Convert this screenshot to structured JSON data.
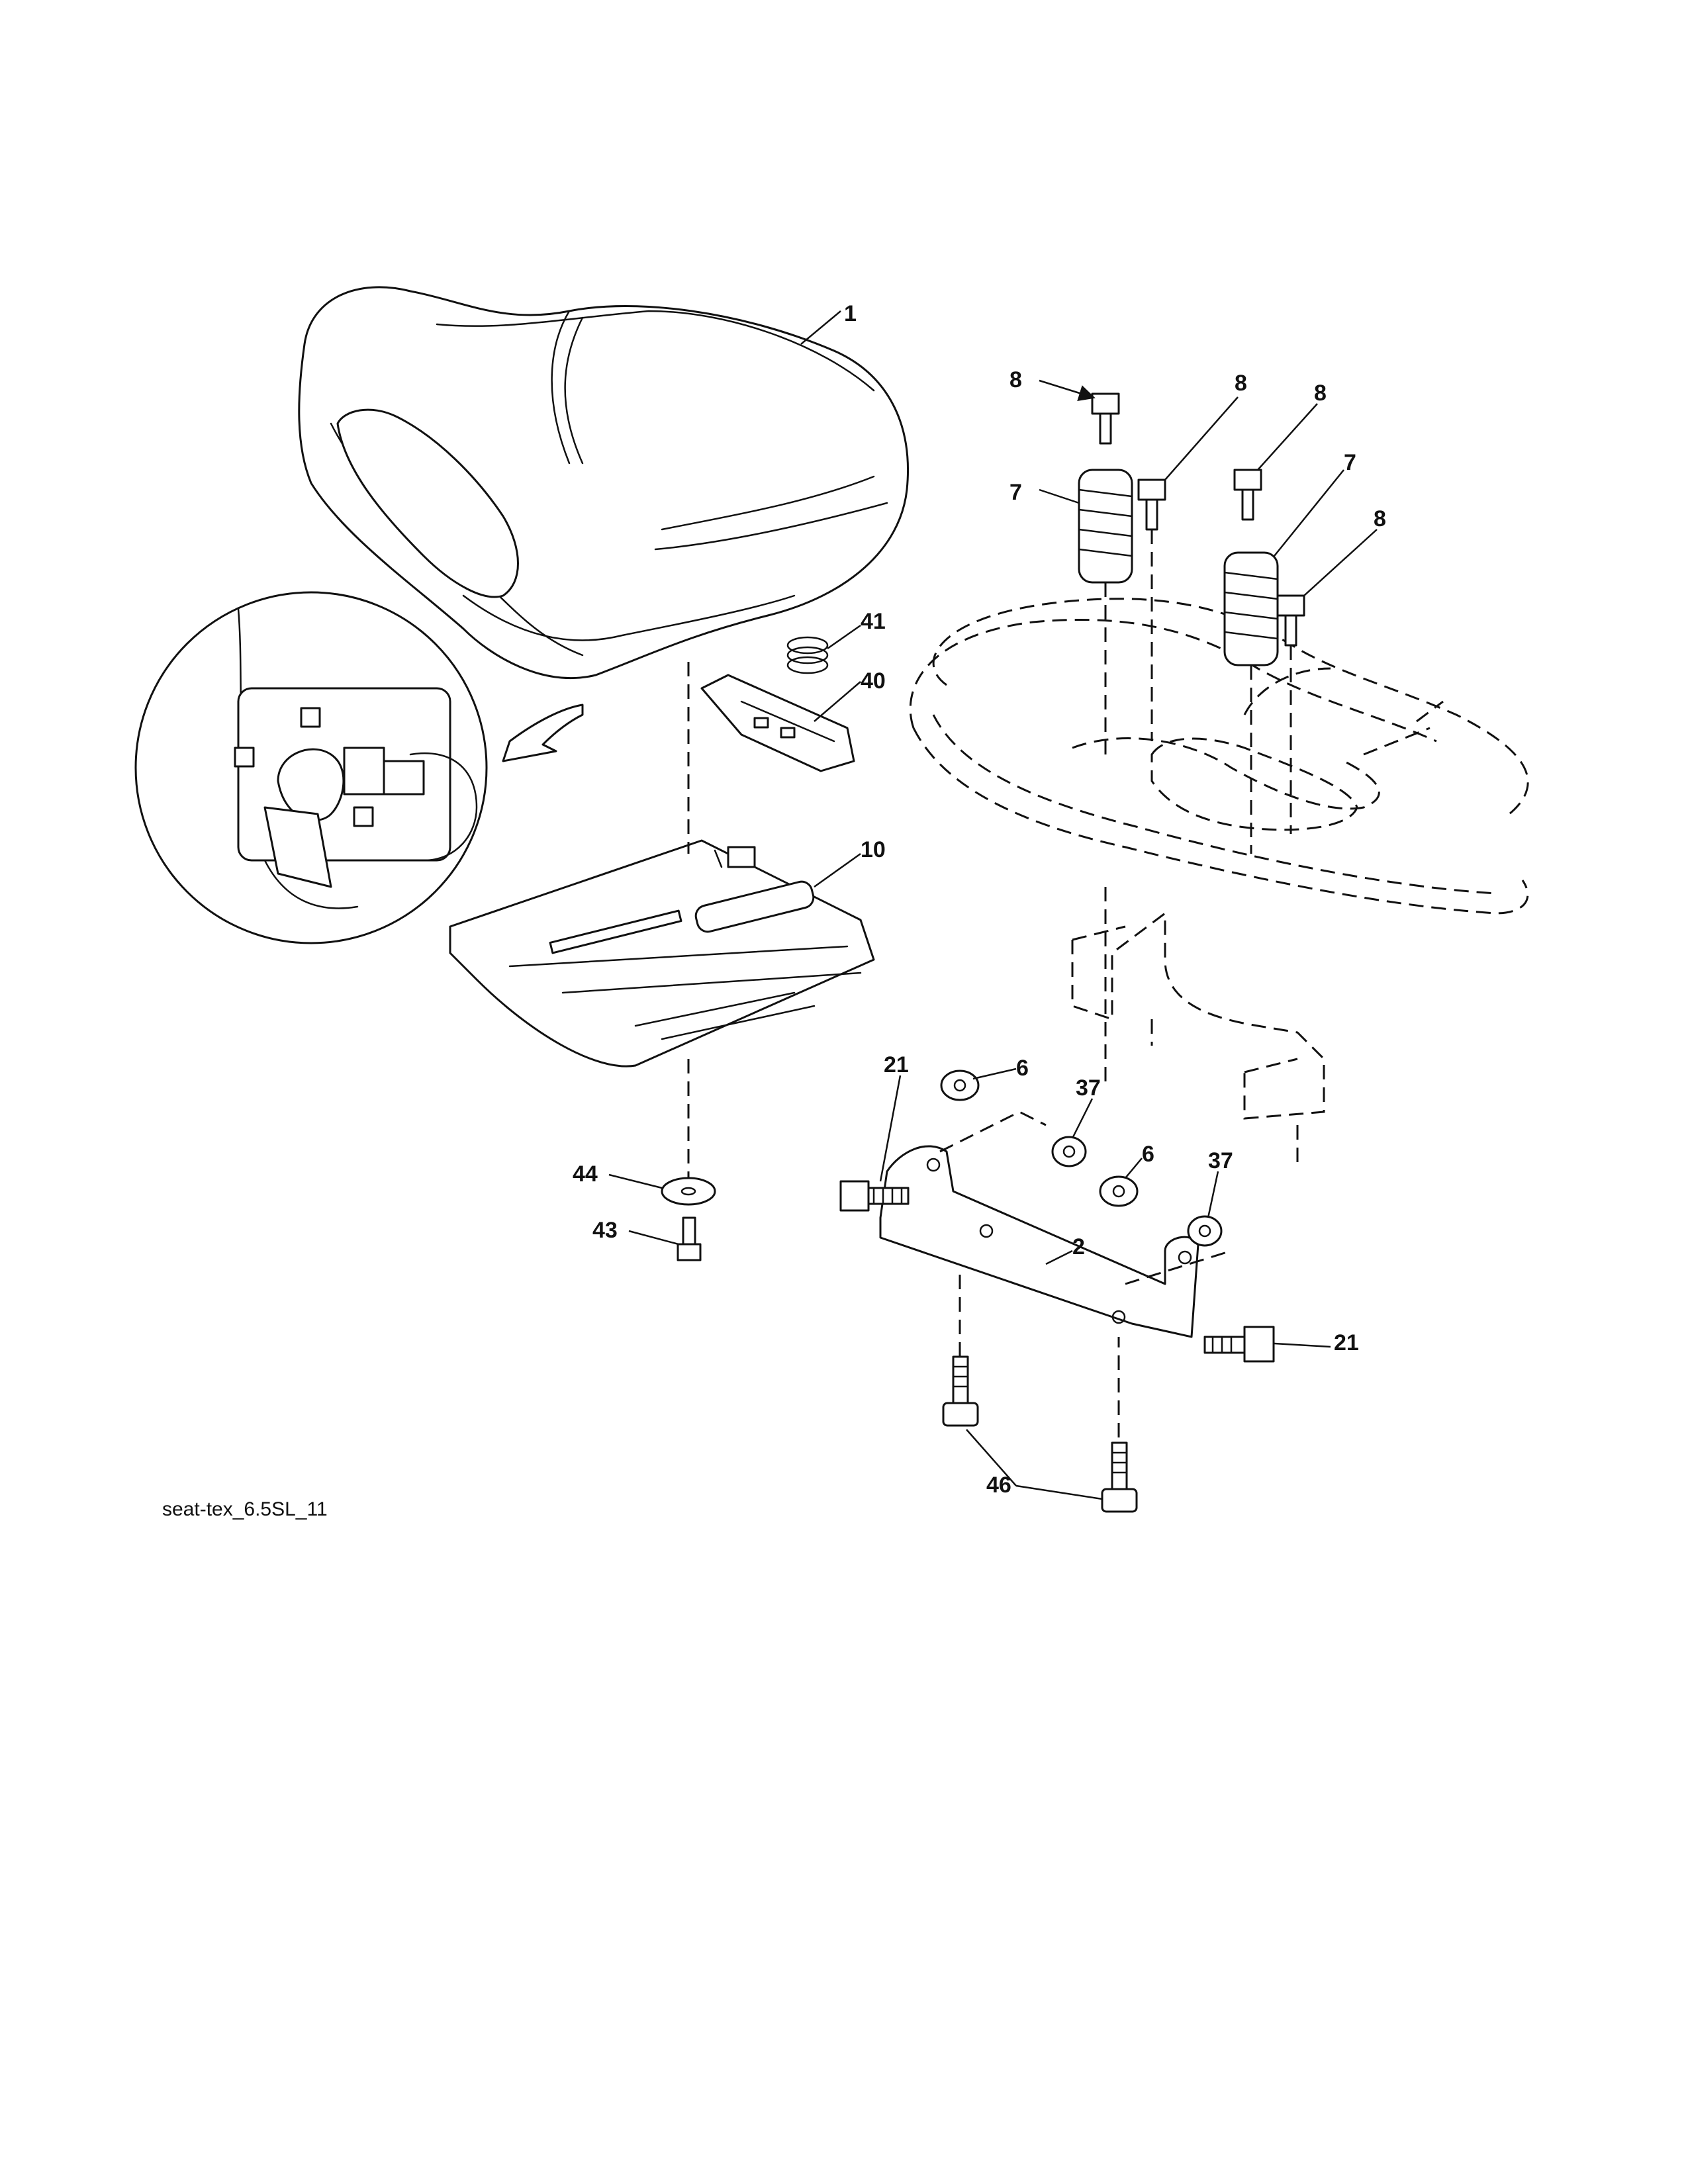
{
  "diagram": {
    "caption": "seat-tex_6.5SL_11",
    "callouts": [
      {
        "id": "c1",
        "label": "1"
      },
      {
        "id": "c8a",
        "label": "8"
      },
      {
        "id": "c8b",
        "label": "8"
      },
      {
        "id": "c8c",
        "label": "8"
      },
      {
        "id": "c8d",
        "label": "8"
      },
      {
        "id": "c7a",
        "label": "7"
      },
      {
        "id": "c7b",
        "label": "7"
      },
      {
        "id": "c41",
        "label": "41"
      },
      {
        "id": "c40",
        "label": "40"
      },
      {
        "id": "c10",
        "label": "10"
      },
      {
        "id": "c21a",
        "label": "21"
      },
      {
        "id": "c6a",
        "label": "6"
      },
      {
        "id": "c37a",
        "label": "37"
      },
      {
        "id": "c6b",
        "label": "6"
      },
      {
        "id": "c37b",
        "label": "37"
      },
      {
        "id": "c44",
        "label": "44"
      },
      {
        "id": "c43",
        "label": "43"
      },
      {
        "id": "c2",
        "label": "2"
      },
      {
        "id": "c21b",
        "label": "21"
      },
      {
        "id": "c46",
        "label": "46"
      }
    ]
  }
}
